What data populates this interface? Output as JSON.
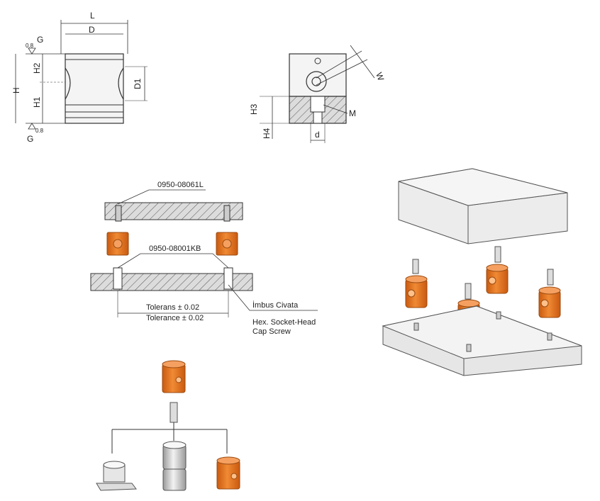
{
  "part_drawing": {
    "dim_L": "L",
    "dim_D": "D",
    "dim_H": "H",
    "dim_H1": "H1",
    "dim_H2": "H2",
    "dim_D1": "D1",
    "g_top": "G",
    "g_bottom": "G",
    "roughness_top": "0.8",
    "roughness_bottom": "0.8"
  },
  "mount_drawing": {
    "dim_W": "W",
    "dim_H3": "H3",
    "dim_H4": "H4",
    "dim_M": "M",
    "dim_d": "d"
  },
  "assembly_section": {
    "part_top": "0950-08061L",
    "part_bottom": "0950-08001KB",
    "tolerance_tr": "Tolerans ± 0.02",
    "tolerance_en": "Tolerance ± 0.02",
    "screw_tr": "İmbus Civata",
    "screw_en_1": "Hex. Socket-Head",
    "screw_en_2": "Cap Screw"
  },
  "colors": {
    "orange": "#e8731c",
    "plate_gray": "#e6e6e6",
    "steel": "#d8d8d8"
  }
}
